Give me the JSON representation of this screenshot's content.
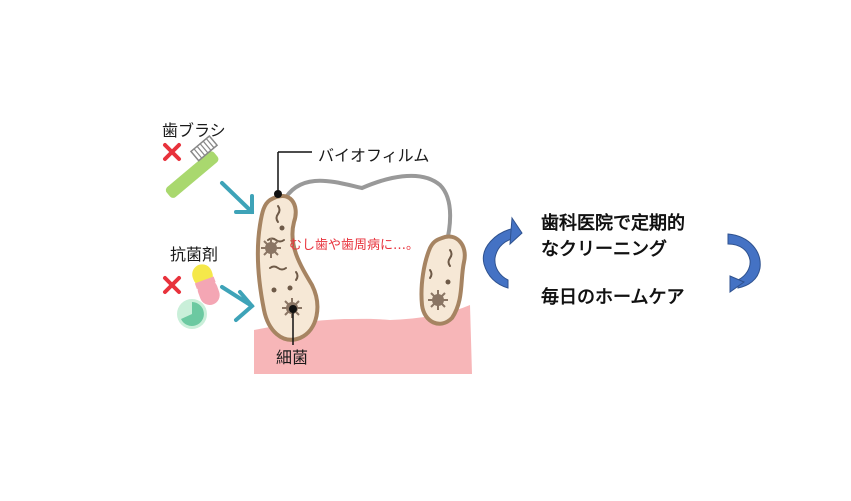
{
  "labels": {
    "toothbrush": "歯ブラシ",
    "antibacterial": "抗菌剤",
    "biofilm": "バイオフィルム",
    "disease": "むし歯や歯周病に…。",
    "bacteria": "細菌",
    "professional_cleaning_line1": "歯科医院で定期的",
    "professional_cleaning_line2": "なクリーニング",
    "home_care": "毎日のホームケア"
  },
  "colors": {
    "gum": "#f7b6b8",
    "biofilm_fill": "#f6e8d6",
    "biofilm_stroke": "#a68462",
    "tooth_outline": "#999999",
    "ineffective_mark": "#e8323c",
    "arrow_teal": "#3ea3b8",
    "cycle_arrow": "#4472c4",
    "brush_handle": "#a9d86e",
    "disease_text": "#e8323c"
  },
  "icons": [
    "cross-icon",
    "toothbrush-icon",
    "capsule-icon",
    "tablet-icon",
    "arrow-icon",
    "bacteria-icon",
    "cycle-arrow-icon"
  ]
}
